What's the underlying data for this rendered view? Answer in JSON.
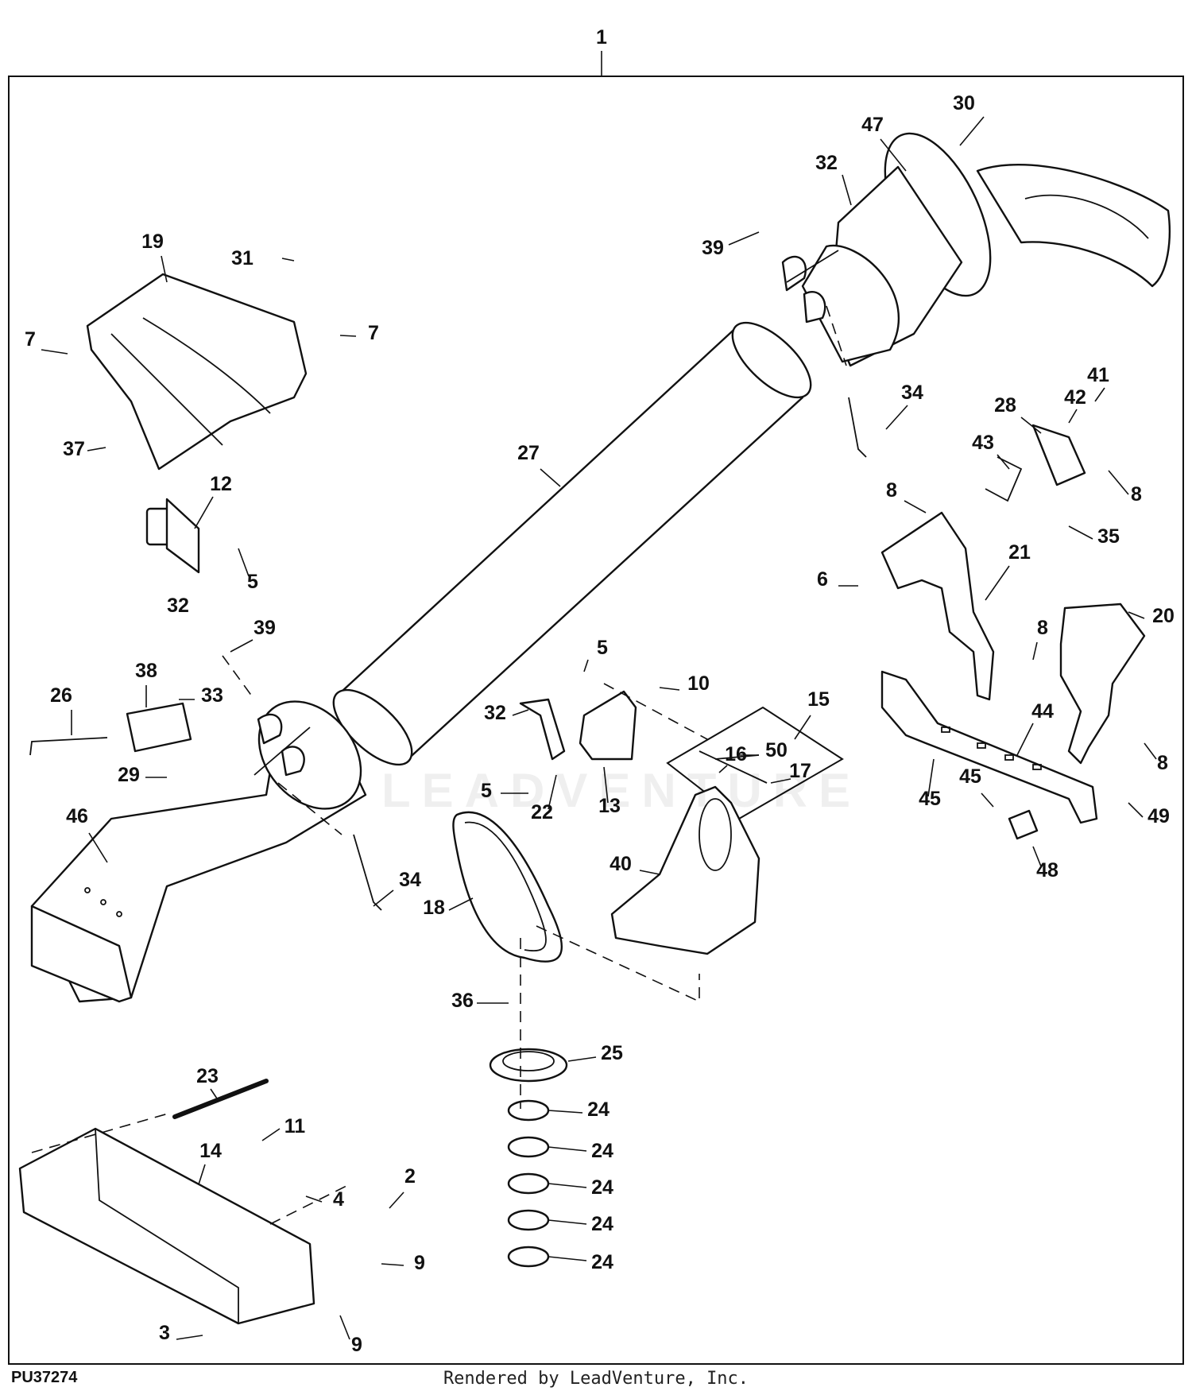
{
  "diagram": {
    "assembly_label": "1",
    "callouts": [
      {
        "id": "c1",
        "text": "1"
      },
      {
        "id": "c30",
        "text": "30"
      },
      {
        "id": "c47",
        "text": "47"
      },
      {
        "id": "c32a",
        "text": "32"
      },
      {
        "id": "c39a",
        "text": "39"
      },
      {
        "id": "c19",
        "text": "19"
      },
      {
        "id": "c31",
        "text": "31"
      },
      {
        "id": "c7a",
        "text": "7"
      },
      {
        "id": "c7b",
        "text": "7"
      },
      {
        "id": "c37",
        "text": "37"
      },
      {
        "id": "c27",
        "text": "27"
      },
      {
        "id": "c34a",
        "text": "34"
      },
      {
        "id": "c41",
        "text": "41"
      },
      {
        "id": "c42",
        "text": "42"
      },
      {
        "id": "c28",
        "text": "28"
      },
      {
        "id": "c43",
        "text": "43"
      },
      {
        "id": "c8a",
        "text": "8"
      },
      {
        "id": "c35",
        "text": "35"
      },
      {
        "id": "c12",
        "text": "12"
      },
      {
        "id": "c5a",
        "text": "5"
      },
      {
        "id": "c32b",
        "text": "32"
      },
      {
        "id": "c8b",
        "text": "8"
      },
      {
        "id": "c21",
        "text": "21"
      },
      {
        "id": "c6",
        "text": "6"
      },
      {
        "id": "c20",
        "text": "20"
      },
      {
        "id": "c39b",
        "text": "39"
      },
      {
        "id": "c38",
        "text": "38"
      },
      {
        "id": "c33",
        "text": "33"
      },
      {
        "id": "c26",
        "text": "26"
      },
      {
        "id": "c29",
        "text": "29"
      },
      {
        "id": "c5b",
        "text": "5"
      },
      {
        "id": "c10",
        "text": "10"
      },
      {
        "id": "c32c",
        "text": "32"
      },
      {
        "id": "c15",
        "text": "15"
      },
      {
        "id": "c16",
        "text": "16"
      },
      {
        "id": "c50",
        "text": "50"
      },
      {
        "id": "c17",
        "text": "17"
      },
      {
        "id": "c8c",
        "text": "8"
      },
      {
        "id": "c44",
        "text": "44"
      },
      {
        "id": "c8d",
        "text": "8"
      },
      {
        "id": "c45a",
        "text": "45"
      },
      {
        "id": "c45b",
        "text": "45"
      },
      {
        "id": "c49",
        "text": "49"
      },
      {
        "id": "c48",
        "text": "48"
      },
      {
        "id": "c5c",
        "text": "5"
      },
      {
        "id": "c22",
        "text": "22"
      },
      {
        "id": "c13",
        "text": "13"
      },
      {
        "id": "c46",
        "text": "46"
      },
      {
        "id": "c34b",
        "text": "34"
      },
      {
        "id": "c18",
        "text": "18"
      },
      {
        "id": "c40",
        "text": "40"
      },
      {
        "id": "c36",
        "text": "36"
      },
      {
        "id": "c25",
        "text": "25"
      },
      {
        "id": "c24a",
        "text": "24"
      },
      {
        "id": "c24b",
        "text": "24"
      },
      {
        "id": "c24c",
        "text": "24"
      },
      {
        "id": "c24d",
        "text": "24"
      },
      {
        "id": "c24e",
        "text": "24"
      },
      {
        "id": "c23",
        "text": "23"
      },
      {
        "id": "c11",
        "text": "11"
      },
      {
        "id": "c14",
        "text": "14"
      },
      {
        "id": "c4",
        "text": "4"
      },
      {
        "id": "c2",
        "text": "2"
      },
      {
        "id": "c9a",
        "text": "9"
      },
      {
        "id": "c9b",
        "text": "9"
      },
      {
        "id": "c3",
        "text": "3"
      }
    ]
  },
  "footer": {
    "figure_id": "PU37274",
    "credit": "Rendered by LeadVenture, Inc."
  },
  "watermark": "LEADVENTURE"
}
